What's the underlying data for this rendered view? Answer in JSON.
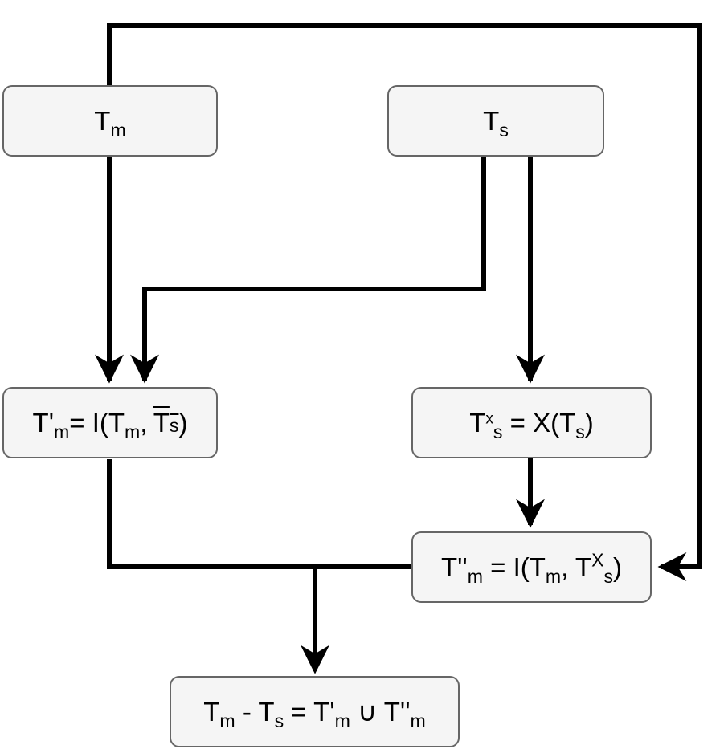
{
  "nodes": {
    "tm": {
      "base": "T",
      "sub": "m"
    },
    "ts": {
      "base": "T",
      "sub": "s"
    },
    "tm_prime": {
      "lhs_base": "T'",
      "lhs_sub": "m",
      "eq": "= I(",
      "arg1_base": "T",
      "arg1_sub": "m",
      "comma": ",",
      "arg2_base": "T",
      "arg2_sub": "s",
      "close": ")"
    },
    "tx": {
      "lhs_base": "T",
      "lhs_sup": "x",
      "lhs_sub": "s",
      "eq": " = X(",
      "arg_base": "T",
      "arg_sub": "s",
      "close": ")"
    },
    "tm_double": {
      "lhs_base": "T''",
      "lhs_sub": "m",
      "eq": " = I(",
      "arg1_base": "T",
      "arg1_sub": "m",
      "comma": ", ",
      "arg2_base": "T",
      "arg2_sup": "X",
      "arg2_sub": "s",
      "close": ")"
    },
    "result": {
      "a_base": "T",
      "a_sub": "m",
      "minus": " - ",
      "b_base": "T",
      "b_sub": "s",
      "eq": " = ",
      "c_base": "T'",
      "c_sub": "m",
      "union": " ∪ ",
      "d_base": "T''",
      "d_sub": "m"
    }
  },
  "style": {
    "node_fill": "#f5f5f5",
    "node_stroke": "#666666",
    "edge_color": "#000000"
  }
}
